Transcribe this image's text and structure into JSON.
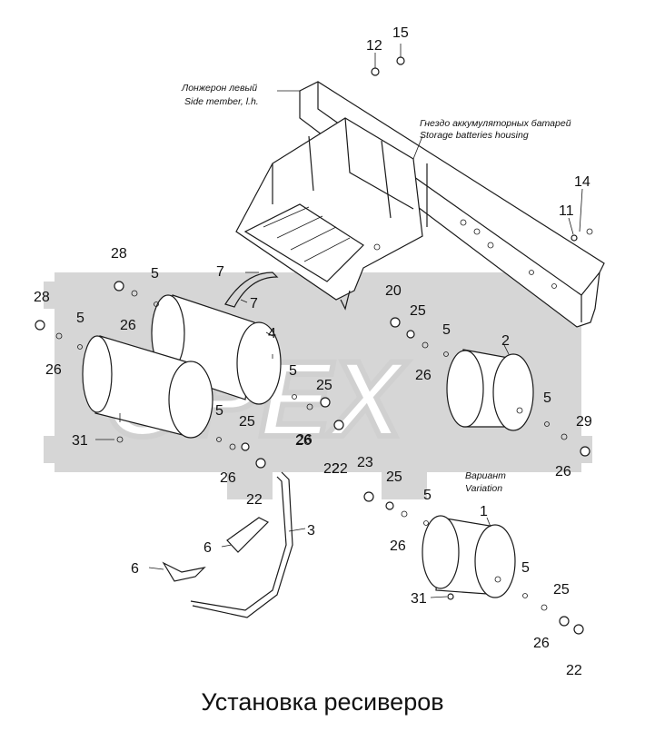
{
  "title": "Установка ресиверов",
  "watermark": "OPEX",
  "notes": {
    "side_member_ru": "Лонжерон левый",
    "side_member_en": "Side member, l.h.",
    "battery_ru": "Гнездо аккумуляторных батарей",
    "battery_en": "Storage batteries housing",
    "variation_ru": "Вариант",
    "variation_en": "Variation"
  },
  "callouts": [
    "12",
    "15",
    "14",
    "11",
    "28",
    "5",
    "26",
    "7",
    "7",
    "28",
    "5",
    "26",
    "4",
    "20",
    "25",
    "26",
    "5",
    "2",
    "5",
    "26",
    "31",
    "5",
    "25",
    "26",
    "22",
    "25",
    "26",
    "22",
    "5",
    "29",
    "26",
    "23",
    "25",
    "22",
    "5",
    "26",
    "1",
    "6",
    "6",
    "3",
    "5",
    "31",
    "25",
    "26",
    "22"
  ]
}
